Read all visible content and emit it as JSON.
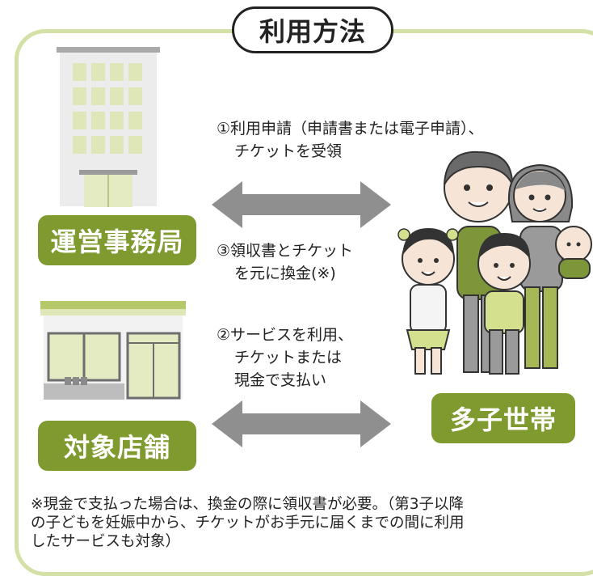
{
  "title": "利用方法",
  "labels": {
    "office": "運営事務局",
    "store": "対象店舗",
    "family": "多子世帯"
  },
  "steps": {
    "step1_line1": "①利用申請（申請書または電子申請）、",
    "step1_line2": "チケットを受領",
    "step3_line1": "③領収書とチケット",
    "step3_line2": "を元に換金(※)",
    "step2_line1": "②サービスを利用、",
    "step2_line2": "チケットまたは",
    "step2_line3": "現金で支払い"
  },
  "note": {
    "line1": "※現金で支払った場合は、換金の際に領収書が必要。（第3子以降",
    "line2": "の子どもを妊娠中から、チケットがお手元に届くまでの間に利用",
    "line3": "したサービスも対象）"
  },
  "colors": {
    "frame": "#d3e0a6",
    "label_bg": "#7f9a2e",
    "arrow": "#8f8f8f"
  },
  "icons": {
    "office": "office-building-icon",
    "store": "store-icon",
    "family": "family-illustration"
  }
}
